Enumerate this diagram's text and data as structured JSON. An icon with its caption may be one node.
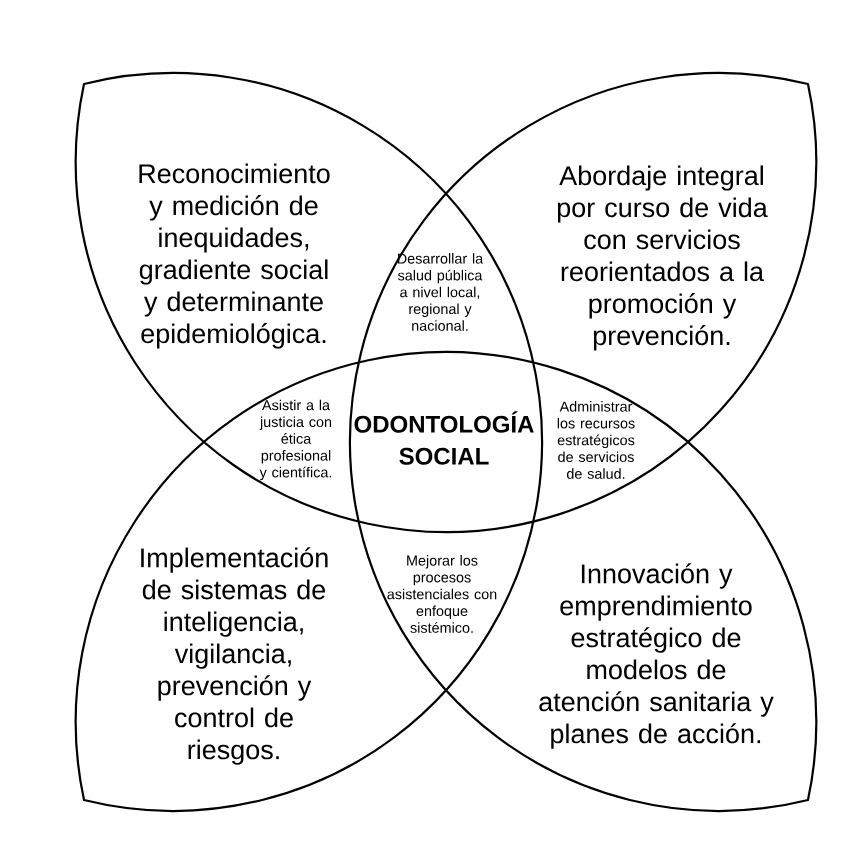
{
  "diagram": {
    "nodes": [
      {
        "text": [
          "Reconocimiento y medición de inequidades, gradiente social y determinante epidemiológica."
        ]
      },
      {
        "text": [
          "Desarrollar la salud pública a nivel local, regional y nacional."
        ]
      },
      {
        "text": [
          "Abordaje integral por curso de vida con servicios reorientados a la promoción y prevención."
        ]
      },
      {
        "text": [
          "Asistir a la justicia con ética profesional y científica."
        ]
      },
      {
        "text": [
          "ODONTOLOGÍA SOCIAL"
        ]
      },
      {
        "text": [
          "Administrar los recursos estratégicos de servicios de salud."
        ]
      },
      {
        "text": [
          "Implementación de sistemas de inteligencia, vigilancia, prevención y control de riesgos."
        ]
      },
      {
        "text": [
          "Mejorar los procesos asistenciales con enfoque sistémico."
        ]
      },
      {
        "text": [
          "Innovación y emprendimiento estratégico de modelos de atención sanitaria y planes de acción."
        ]
      }
    ]
  }
}
